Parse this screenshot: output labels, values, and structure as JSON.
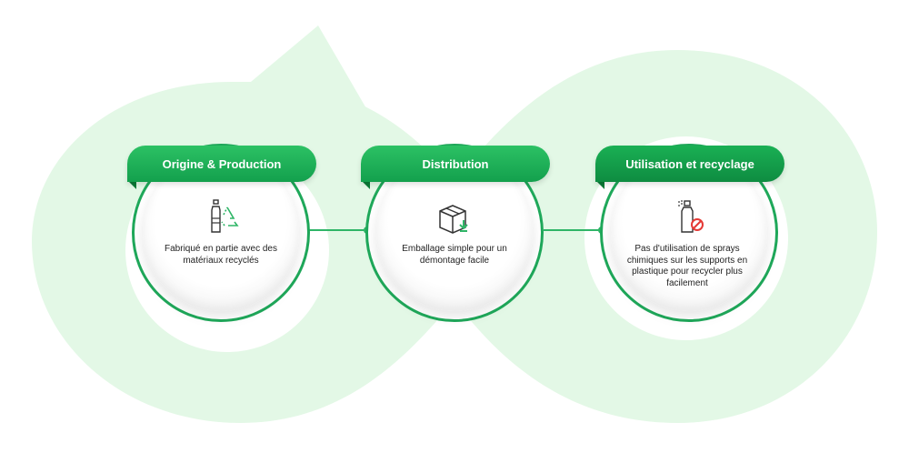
{
  "stages": [
    {
      "title": "Origine & Production",
      "icon": "bottle-recycle-icon",
      "description": "Fabriqué en partie avec des matériaux recyclés"
    },
    {
      "title": "Distribution",
      "icon": "box-download-icon",
      "description": "Emballage simple pour un démontage facile"
    },
    {
      "title": "Utilisation et recyclage",
      "icon": "spray-prohibited-icon",
      "description": "Pas d'utilisation de sprays chimiques sur les supports en plastique pour recycler plus facilement"
    }
  ],
  "colors": {
    "accent": "#1fa85a",
    "banner": "#22b45c",
    "background_loop": "#e3f8e6",
    "prohibited": "#e53935"
  }
}
